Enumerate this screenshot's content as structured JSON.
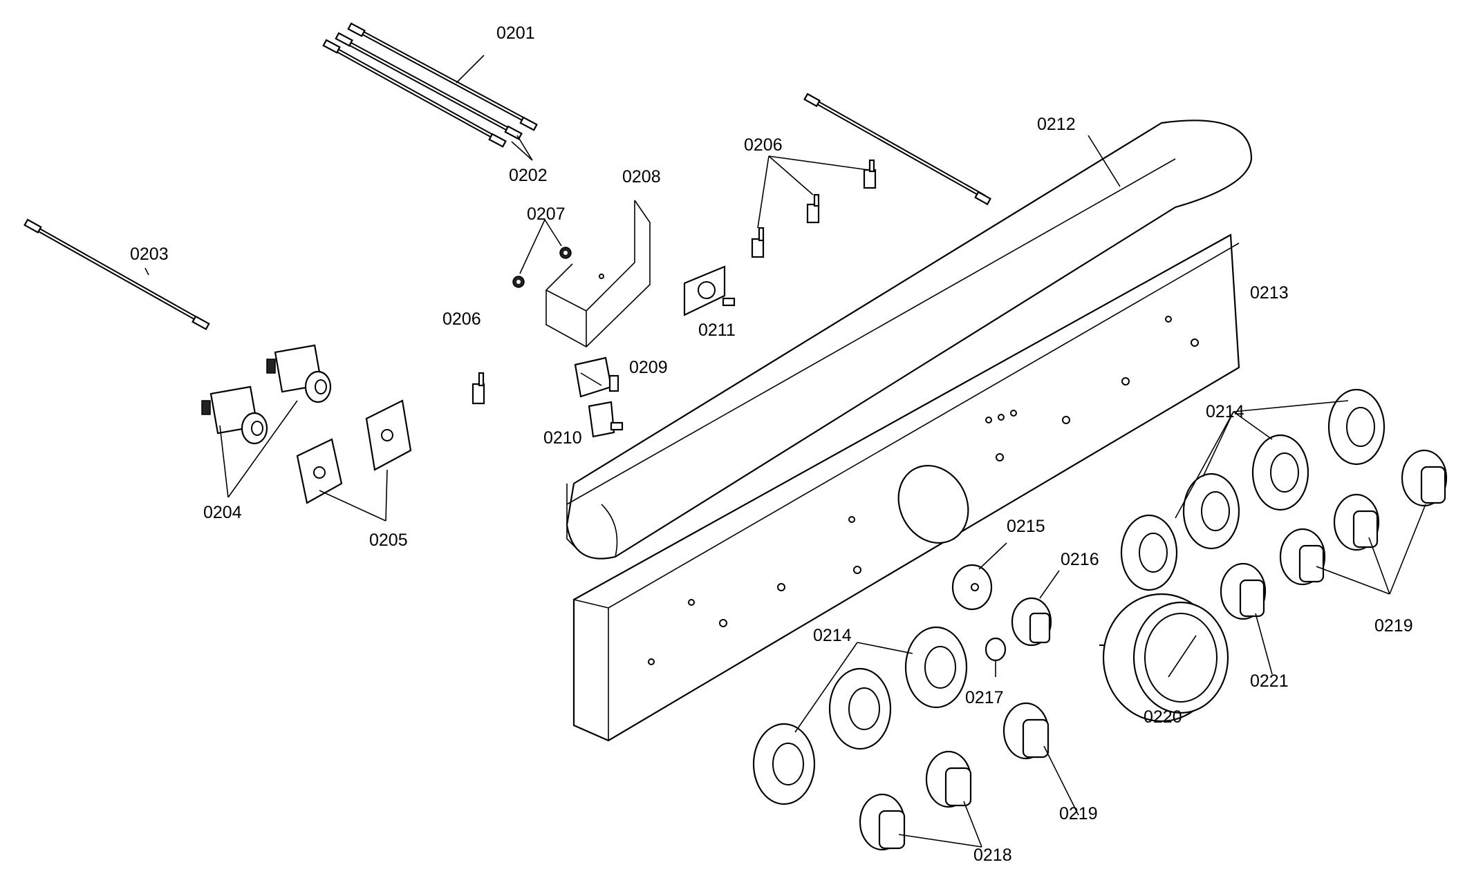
{
  "labels": {
    "p0201": "0201",
    "p0202": "0202",
    "p0203": "0203",
    "p0204": "0204",
    "p0205": "0205",
    "p0206a": "0206",
    "p0206b": "0206",
    "p0207": "0207",
    "p0208": "0208",
    "p0209": "0209",
    "p0210": "0210",
    "p0211": "0211",
    "p0212": "0212",
    "p0213": "0213",
    "p0214a": "0214",
    "p0214b": "0214",
    "p0215": "0215",
    "p0216": "0216",
    "p0217": "0217",
    "p0218": "0218",
    "p0219a": "0219",
    "p0219b": "0219",
    "p0220": "0220",
    "p0221": "0221"
  }
}
